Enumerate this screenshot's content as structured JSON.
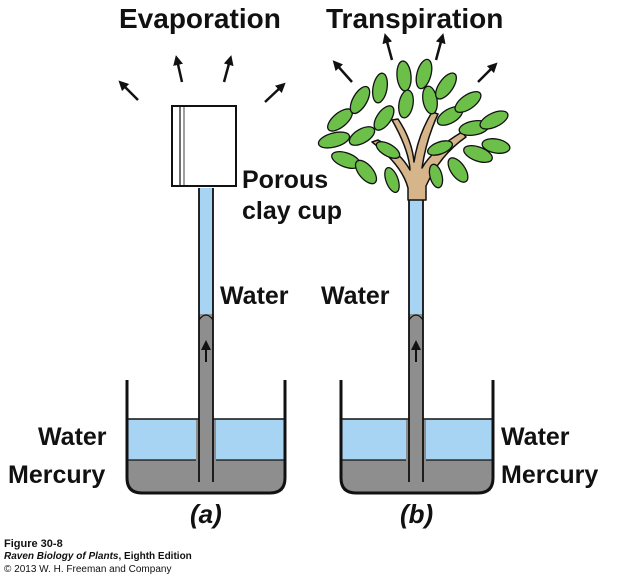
{
  "labels": {
    "evaporation": "Evaporation",
    "transpiration": "Transpiration",
    "porous_line1": "Porous",
    "porous_line2": "clay cup",
    "water_a_tube": "Water",
    "water_b_tube": "Water",
    "water_a_beaker": "Water",
    "mercury_a_beaker": "Mercury",
    "water_b_beaker": "Water",
    "mercury_b_beaker": "Mercury",
    "panel_a": "(a)",
    "panel_b": "(b)"
  },
  "caption": {
    "figure": "Figure 30-8",
    "book_title": "Raven Biology of Plants",
    "edition": ", Eighth Edition",
    "copyright": "© 2013 W. H. Freeman and Company"
  },
  "colors": {
    "water": "#a6d4f2",
    "mercury": "#8e8e8e",
    "outline": "#111111",
    "leaf": "#6cc04a",
    "trunk": "#d7b58a"
  },
  "icons": [
    "arrow-up-icon",
    "clay-cup-icon",
    "tree-icon",
    "beaker-icon"
  ]
}
